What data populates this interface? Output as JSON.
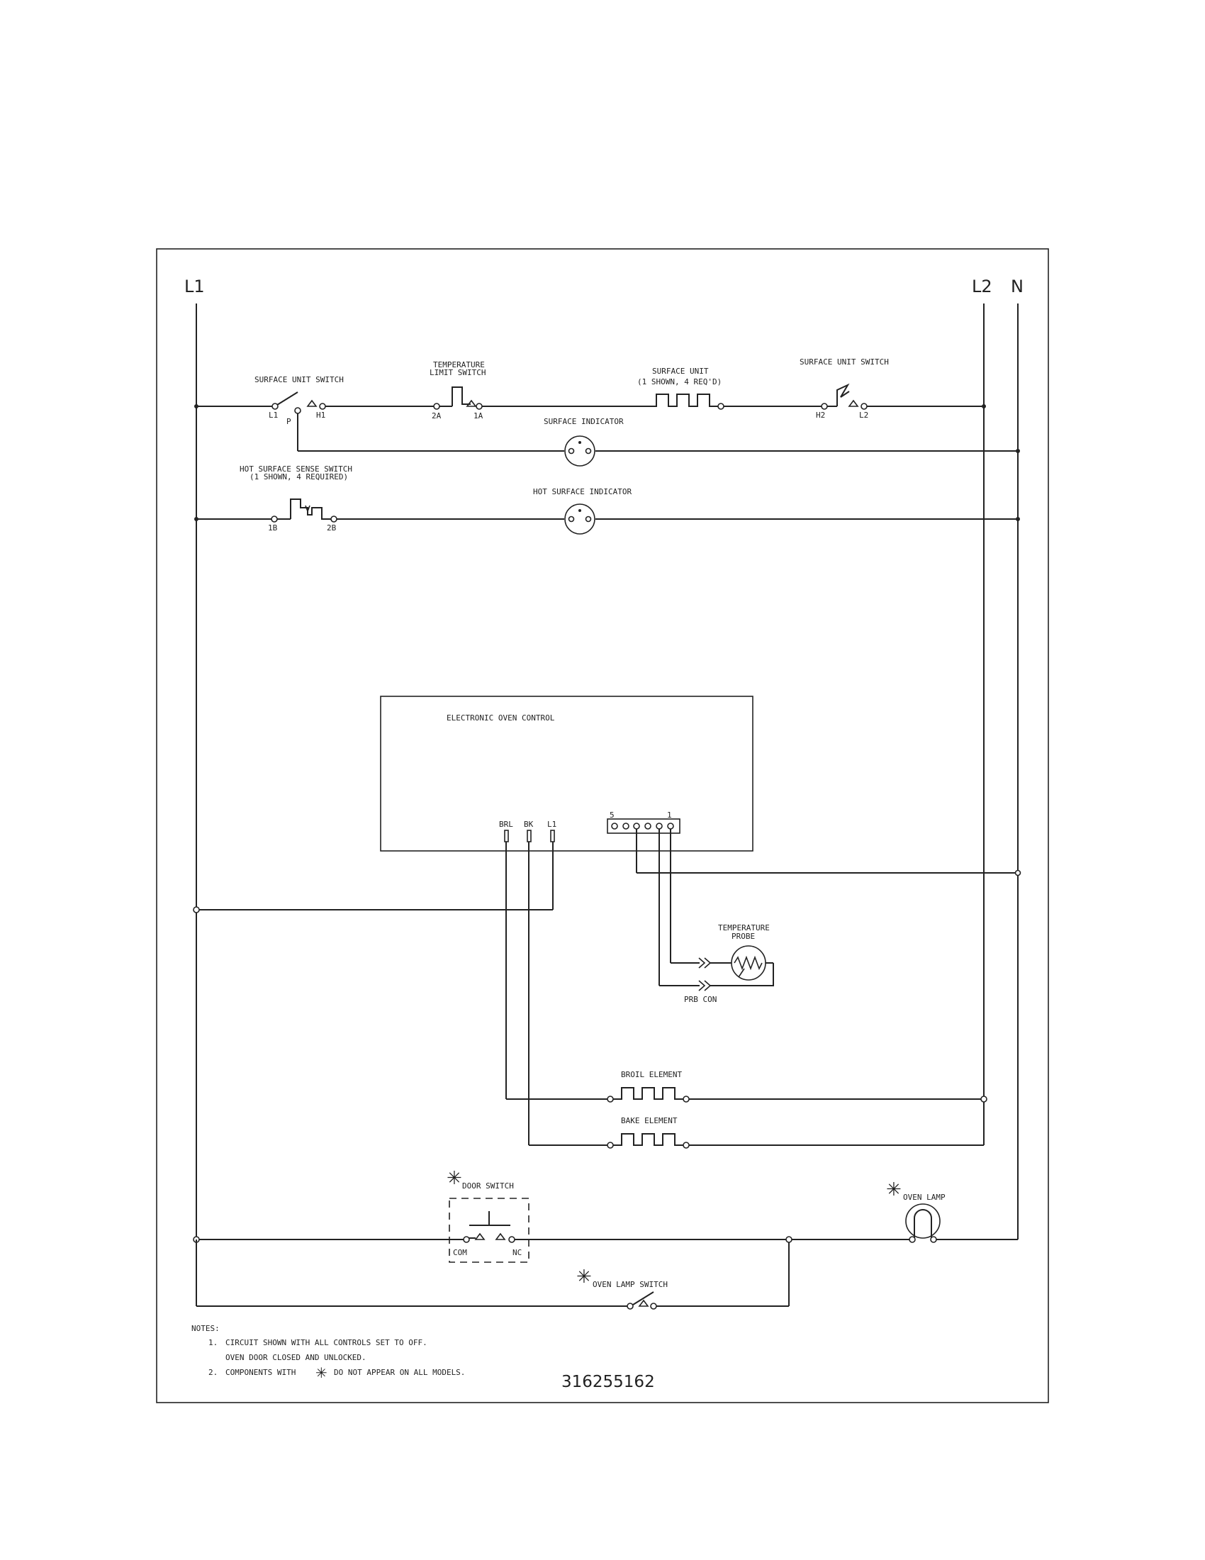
{
  "rails": {
    "l1": "L1",
    "l2": "L2",
    "n": "N"
  },
  "surface_switch_left": {
    "label": "SURFACE UNIT SWITCH",
    "t1": "L1",
    "t2": "H1",
    "tp": "P"
  },
  "temp_limit_switch": {
    "line1": "TEMPERATURE",
    "line2": "LIMIT SWITCH",
    "t1": "2A",
    "t2": "1A"
  },
  "surface_unit": {
    "line1": "SURFACE UNIT",
    "line2": "(1 SHOWN, 4 REQ'D)"
  },
  "surface_switch_right": {
    "label": "SURFACE UNIT SWITCH",
    "t1": "H2",
    "t2": "L2"
  },
  "surface_indicator": {
    "label": "SURFACE INDICATOR"
  },
  "hot_surface_switch": {
    "line1": "HOT SURFACE SENSE SWITCH",
    "line2": "(1 SHOWN, 4 REQUIRED)",
    "t1": "1B",
    "t2": "2B"
  },
  "hot_surface_indicator": {
    "label": "HOT SURFACE INDICATOR"
  },
  "oven_control": {
    "label": "ELECTRONIC OVEN CONTROL",
    "brl": "BRL",
    "bk": "BK",
    "l1": "L1",
    "pin5": "5",
    "pin1": "1"
  },
  "temp_probe": {
    "line1": "TEMPERATURE",
    "line2": "PROBE",
    "conn": "PRB CON"
  },
  "broil_element": {
    "label": "BROIL ELEMENT"
  },
  "bake_element": {
    "label": "BAKE ELEMENT"
  },
  "door_switch": {
    "star": "✳",
    "label": "DOOR SWITCH",
    "com": "COM",
    "nc": "NC"
  },
  "oven_lamp": {
    "star": "✳",
    "label": "OVEN LAMP"
  },
  "oven_lamp_switch": {
    "star": "✳",
    "label": "OVEN LAMP SWITCH"
  },
  "notes": {
    "title": "NOTES:",
    "n1_num": "1.",
    "n1_line1": "CIRCUIT SHOWN WITH ALL CONTROLS SET TO OFF.",
    "n1_line2": "OVEN DOOR CLOSED AND UNLOCKED.",
    "n2_num": "2.",
    "n2_pre": "COMPONENTS WITH",
    "n2_star": "✳",
    "n2_post": "DO NOT APPEAR ON ALL MODELS."
  },
  "part_number": "316255162"
}
